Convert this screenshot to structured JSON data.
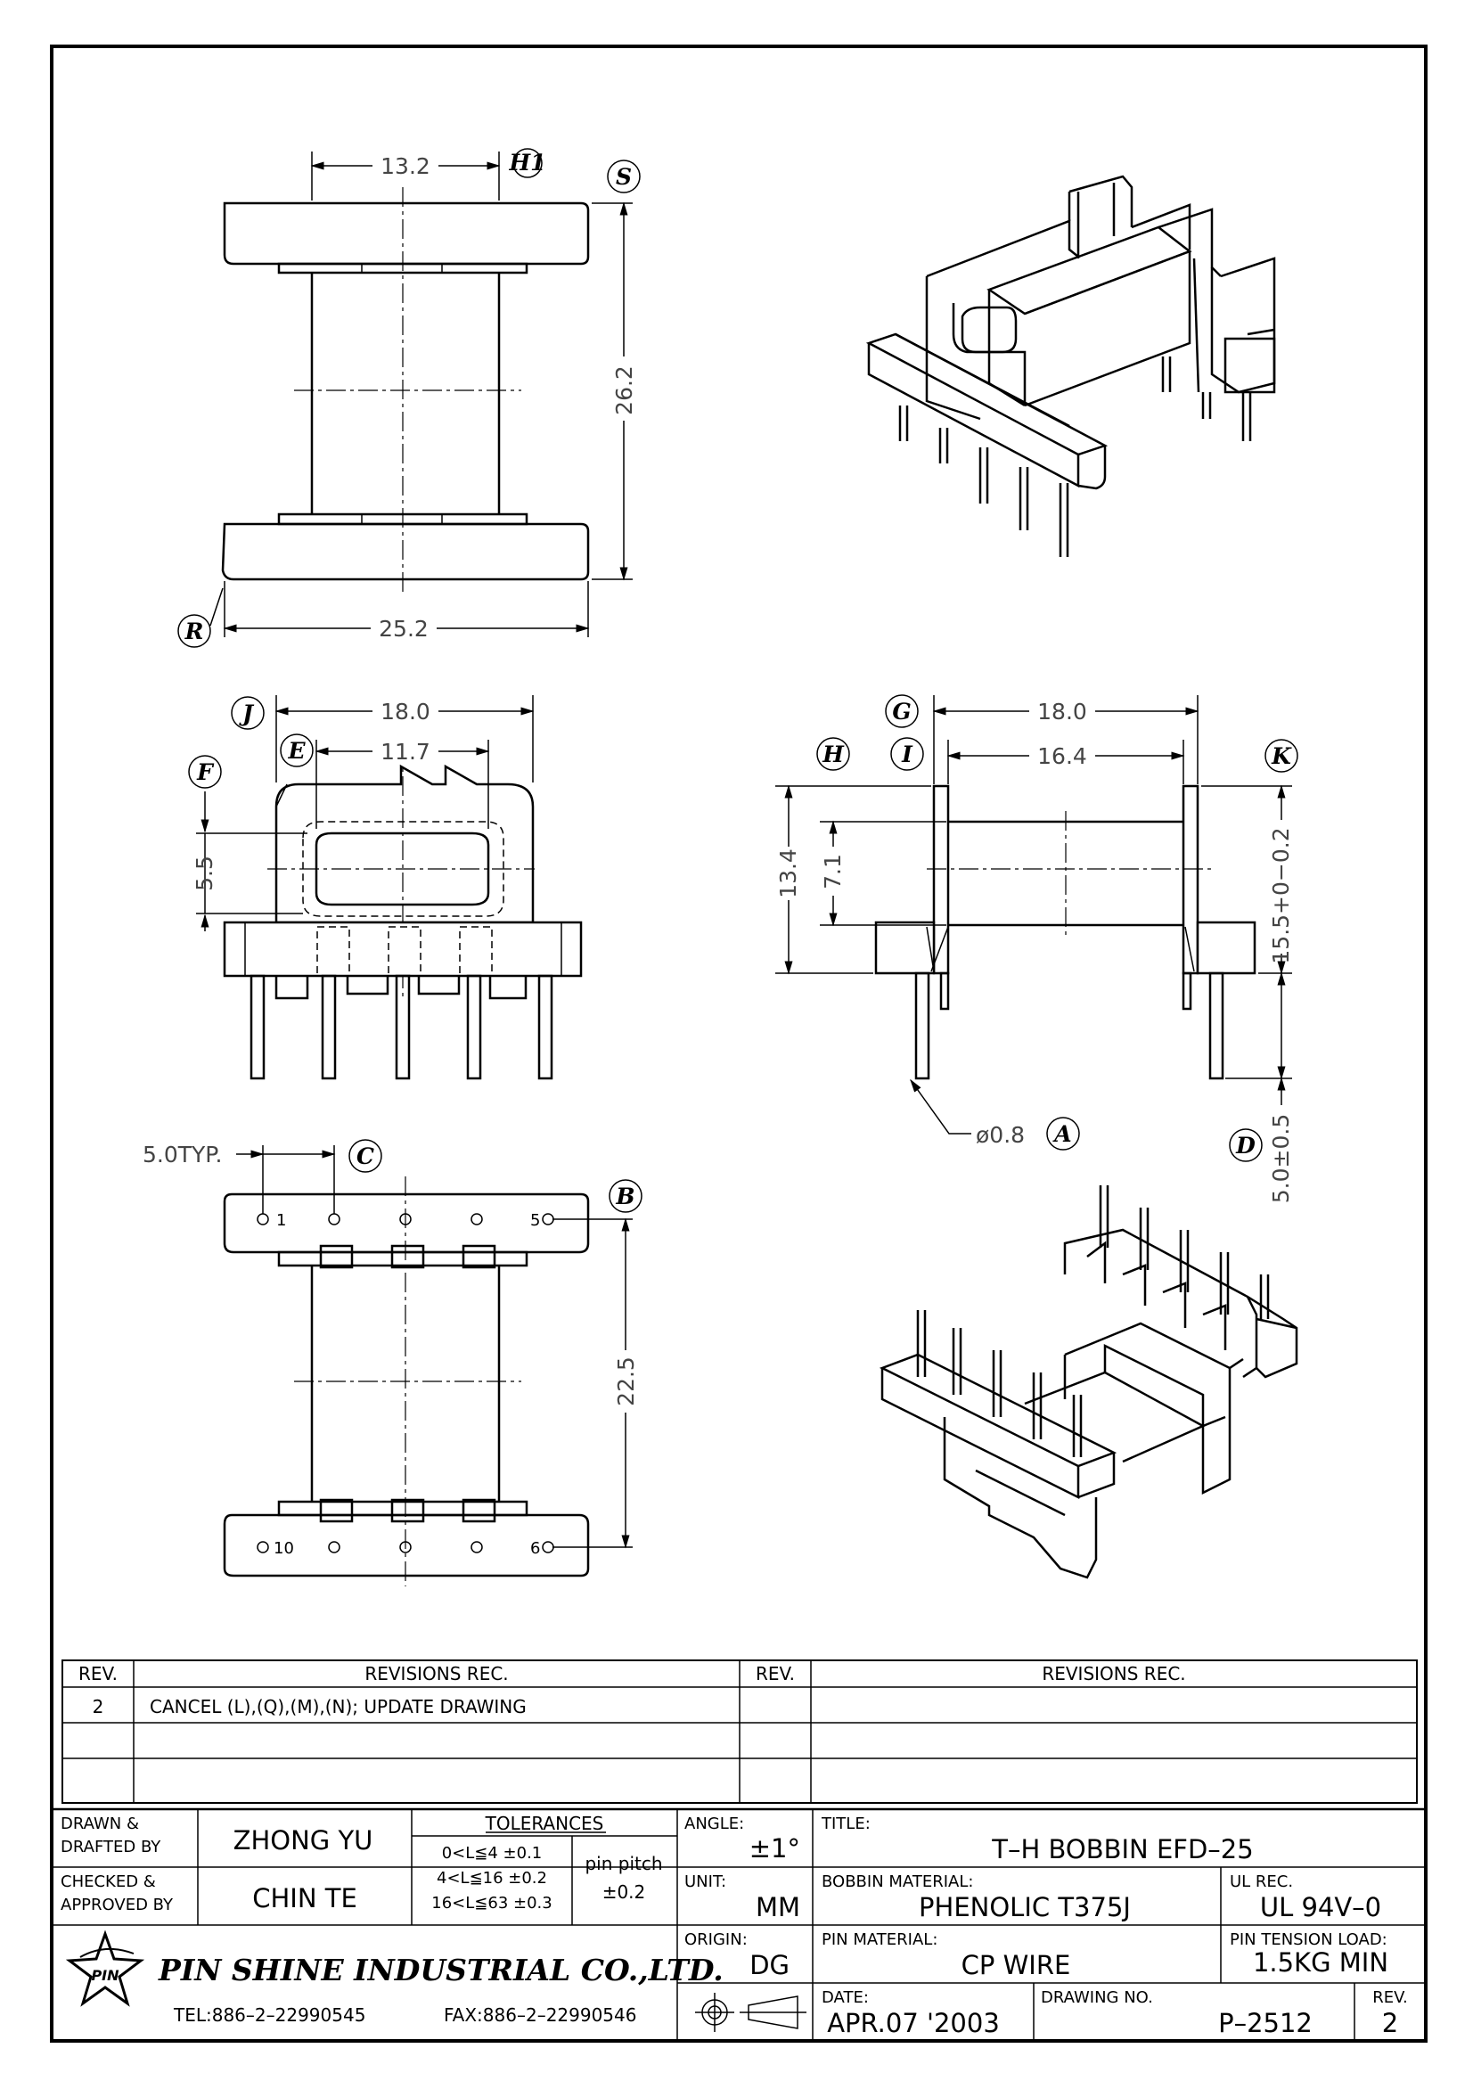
{
  "drawing": {
    "top_view": {
      "dim_width_top": "13.2",
      "dim_height": "26.2",
      "dim_width_bottom": "25.2",
      "callouts": [
        "H1",
        "S",
        "R"
      ]
    },
    "front_view": {
      "dim_outer": "18.0",
      "dim_inner": "11.7",
      "dim_left": "5.5",
      "callouts": [
        "J",
        "E",
        "F"
      ]
    },
    "side_view": {
      "dim_outer": "18.0",
      "dim_inner": "16.4",
      "dim_height_total": "13.4",
      "dim_height_inner": "7.1",
      "dim_right_top": "15.5+0−0.2",
      "dim_right_bottom": "5.0±0.5",
      "pin_dia": "ø0.8",
      "callouts": [
        "G",
        "H",
        "I",
        "K",
        "A",
        "D"
      ]
    },
    "bottom_view": {
      "pin_pitch": "5.0TYP.",
      "dim_height": "22.5",
      "pin_labels": [
        "1",
        "5",
        "10",
        "6"
      ],
      "callouts": [
        "C",
        "B"
      ]
    }
  },
  "revisions": {
    "headers": [
      "REV.",
      "REVISIONS  REC.",
      "REV.",
      "REVISIONS  REC."
    ],
    "rows": [
      {
        "rev": "2",
        "desc": "CANCEL (L),(Q),(M),(N); UPDATE DRAWING"
      }
    ]
  },
  "title_block": {
    "drawn_label": [
      "DRAWN &",
      "DRAFTED BY"
    ],
    "drawn_value": "ZHONG YU",
    "checked_label": [
      "CHECKED &",
      "APPROVED BY"
    ],
    "checked_value": "CHIN TE",
    "tolerances_label": "TOLERANCES",
    "tolerances": [
      "0<L≦4   ±0.1",
      "4<L≦16  ±0.2",
      "16<L≦63  ±0.3"
    ],
    "pin_pitch_label": "pin pitch",
    "pin_pitch_value": "±0.2",
    "angle_label": "ANGLE:",
    "angle_value": "±1°",
    "unit_label": "UNIT:",
    "unit_value": "MM",
    "origin_label": "ORIGIN:",
    "origin_value": "DG",
    "title_label": "TITLE:",
    "title_value": "T–H  BOBBIN  EFD–25",
    "bobbin_material_label": "BOBBIN MATERIAL:",
    "bobbin_material_value": "PHENOLIC  T375J",
    "ul_rec_label": "UL REC.",
    "ul_rec_value": "UL  94V–0",
    "pin_material_label": "PIN MATERIAL:",
    "pin_material_value": "CP  WIRE",
    "pin_tension_label": "PIN TENSION LOAD:",
    "pin_tension_value": "1.5KG  MIN",
    "date_label": "DATE:",
    "date_value": "APR.07  '2003",
    "drawing_no_label": "DRAWING NO.",
    "drawing_no_value": "P–2512",
    "rev_label": "REV.",
    "rev_value": "2",
    "company": "PIN SHINE INDUSTRIAL CO.,LTD.",
    "tel": "TEL:886–2–22990545",
    "fax": "FAX:886–2–22990546",
    "logo_text": "PIN"
  }
}
